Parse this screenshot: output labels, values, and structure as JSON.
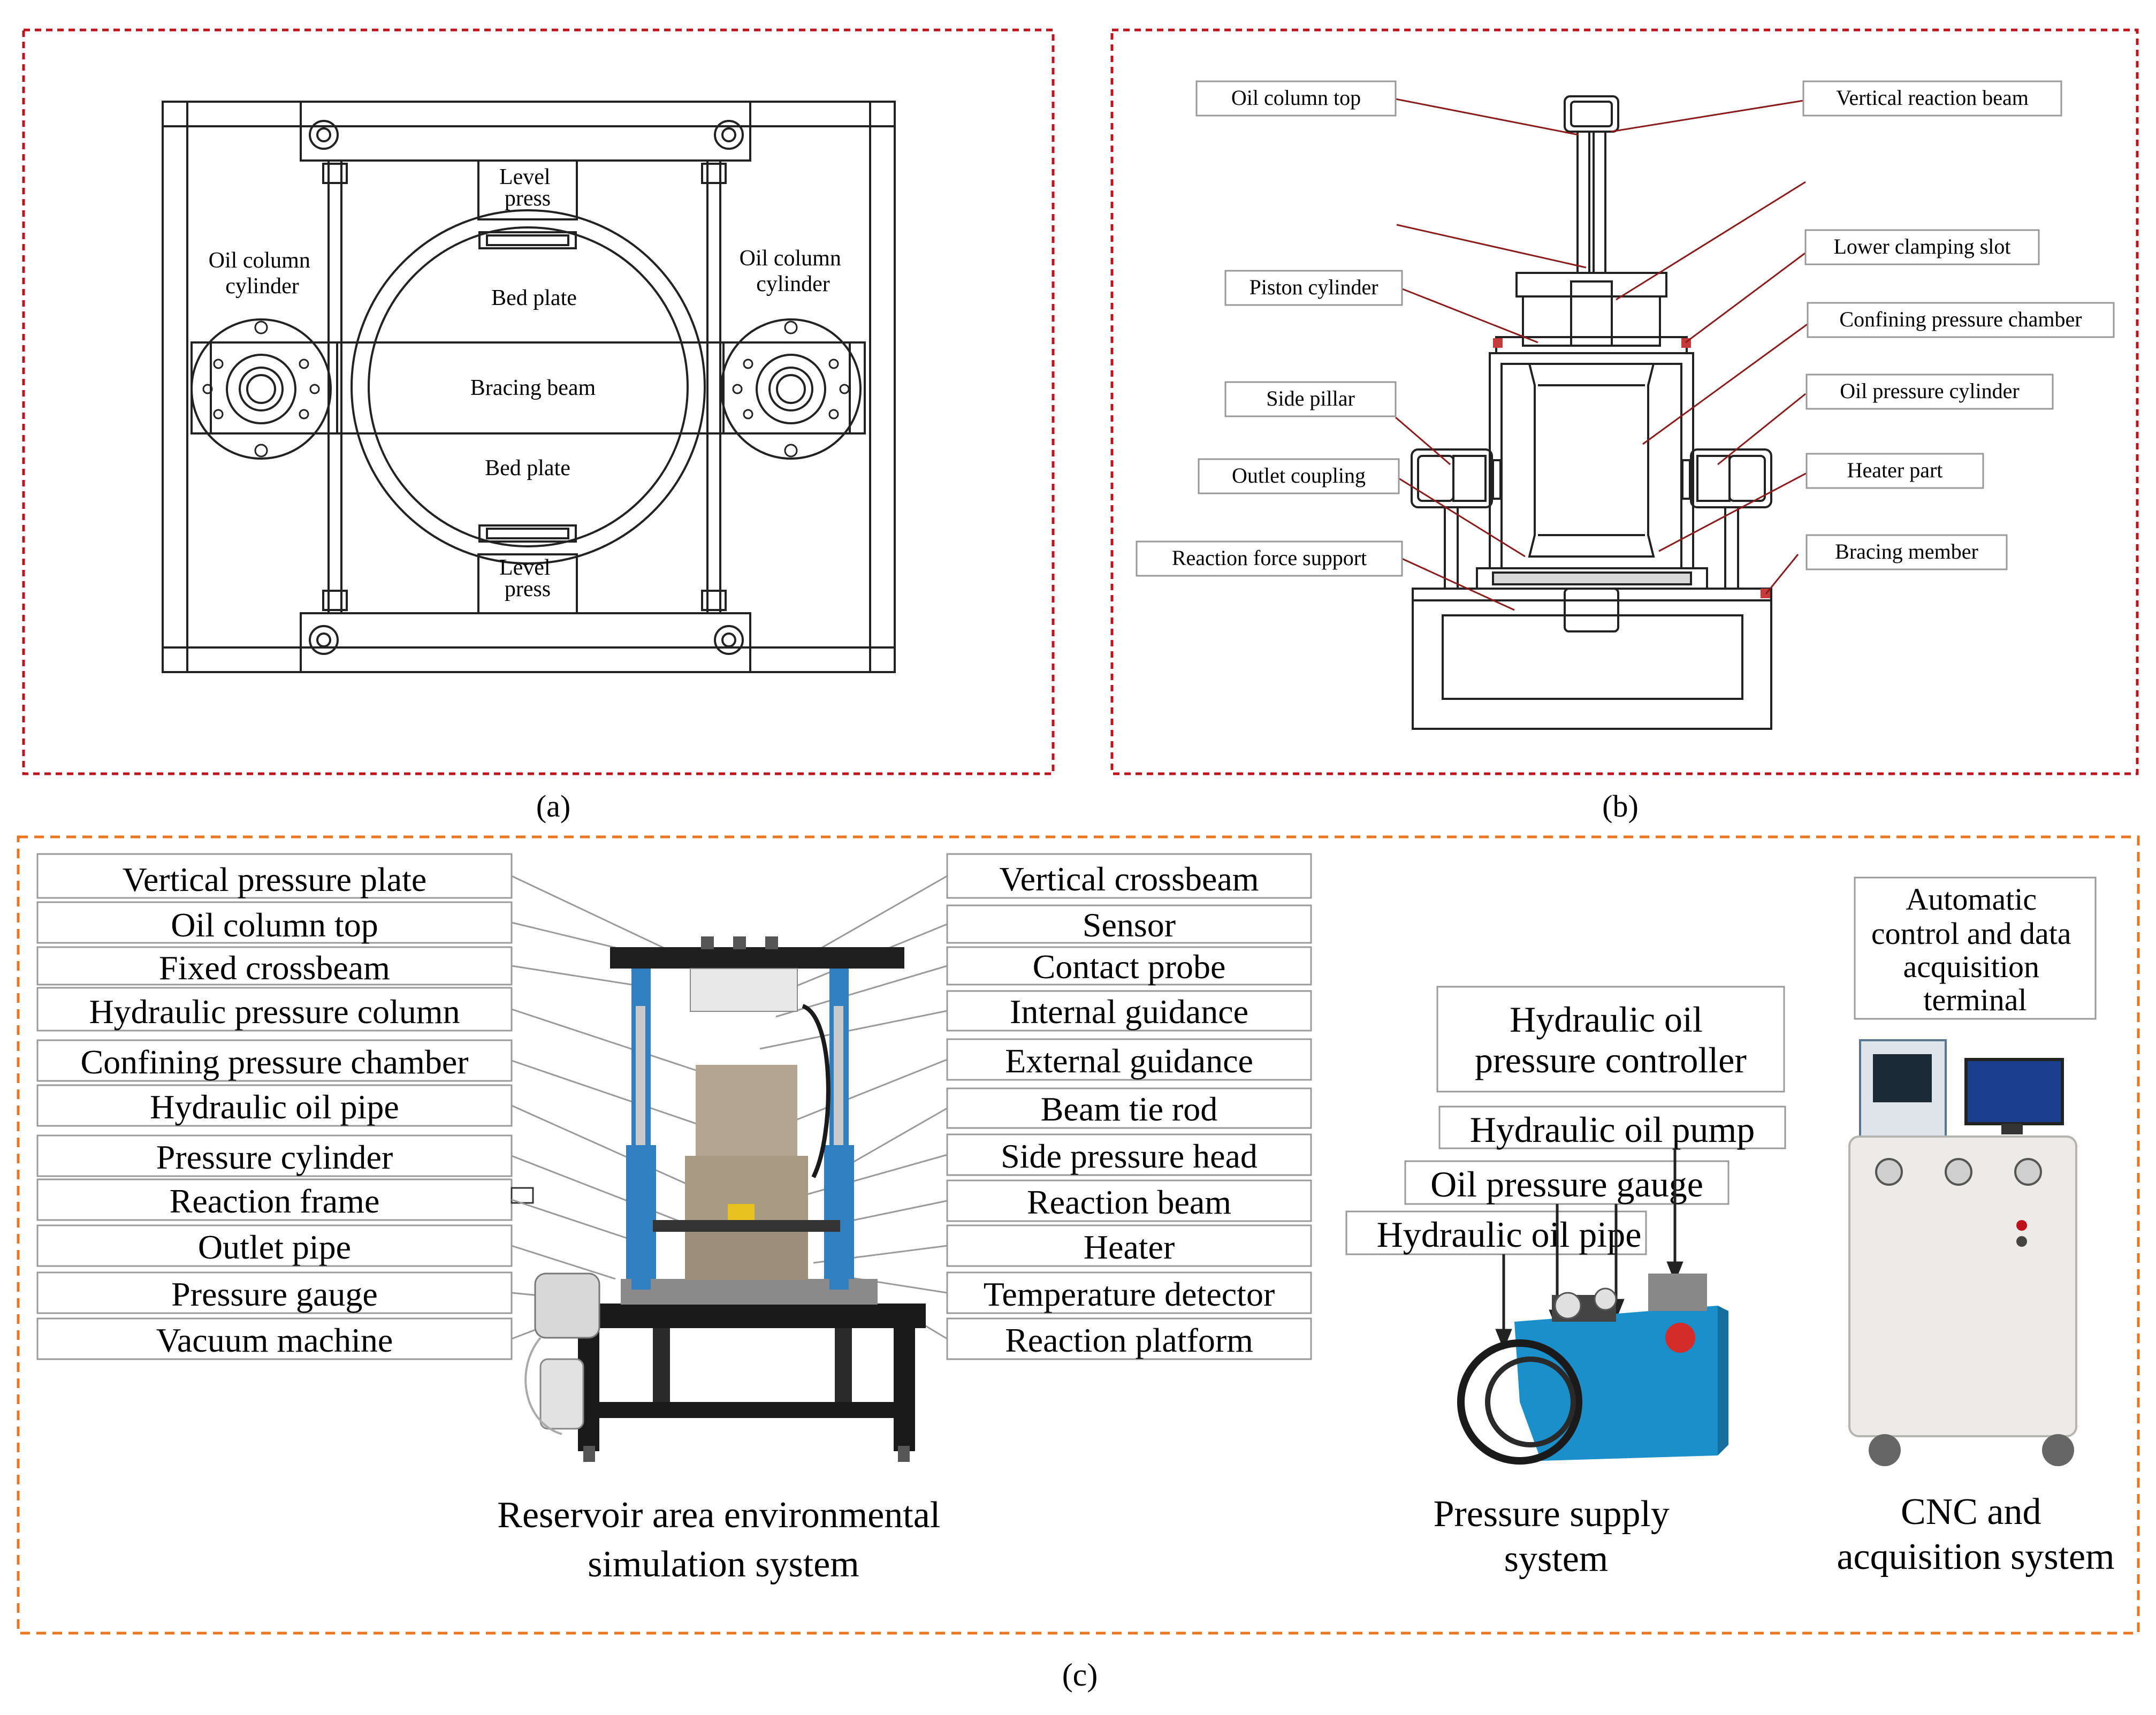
{
  "panel_a": {
    "caption": "(a)",
    "labels": {
      "level_press_top": [
        "Level",
        "press"
      ],
      "level_press_bottom": [
        "Level",
        "press"
      ],
      "oil_column_left": [
        "Oil column",
        "cylinder"
      ],
      "oil_column_right": [
        "Oil column",
        "cylinder"
      ],
      "bed_plate_top": "Bed plate",
      "bracing_beam": "Bracing beam",
      "bed_plate_bottom": "Bed plate"
    }
  },
  "panel_b": {
    "caption": "(b)",
    "labels": {
      "oil_column_top": "Oil column top",
      "vertical_reaction_beam": "Vertical reaction beam",
      "lower_clamping_slot": "Lower clamping slot",
      "piston_cylinder": "Piston cylinder",
      "confining_pressure_chamber": "Confining pressure chamber",
      "side_pillar": "Side pillar",
      "oil_pressure_cylinder": "Oil pressure cylinder",
      "outlet_coupling": "Outlet coupling",
      "heater_part": "Heater part",
      "reaction_force_support": "Reaction force support",
      "bracing_member": "Bracing member"
    }
  },
  "panel_c": {
    "caption": "(c)",
    "left_labels": [
      "Vertical pressure plate",
      "Oil column top",
      "Fixed crossbeam",
      "Hydraulic pressure column",
      "Confining pressure chamber",
      "Hydraulic oil pipe",
      "Pressure cylinder",
      "Reaction frame",
      "Outlet pipe",
      "Pressure gauge",
      "Vacuum machine"
    ],
    "right_labels": [
      "Vertical crossbeam",
      "Sensor",
      "Contact probe",
      "Internal guidance",
      "External guidance",
      "Beam tie rod",
      "Side pressure head",
      "Reaction beam",
      "Heater",
      "Temperature detector",
      "Reaction platform"
    ],
    "pump_labels": {
      "controller": [
        "Hydraulic oil",
        "pressure controller"
      ],
      "pump": "Hydraulic oil pump",
      "gauge": "Oil pressure gauge",
      "pipe": "Hydraulic oil pipe"
    },
    "terminal_label": [
      "Automatic",
      "control and data",
      "acquisition",
      "terminal"
    ],
    "system_captions": {
      "reservoir": [
        "Reservoir area environmental",
        "simulation system"
      ],
      "pressure": [
        "Pressure supply",
        "system"
      ],
      "cnc": [
        "CNC and",
        "acquisition system"
      ]
    }
  },
  "colors": {
    "panel_border_red": "#c0121c",
    "panel_border_orange": "#e8761f",
    "leader_red": "#8b1a1a",
    "leader_grey": "#9a9a9a",
    "machine_blue": "#2f7fc1",
    "steel": "#b3a58f",
    "frame_black": "#1a1a1a",
    "pump_blue": "#1a8fc9",
    "cabinet": "#ecebe8"
  }
}
